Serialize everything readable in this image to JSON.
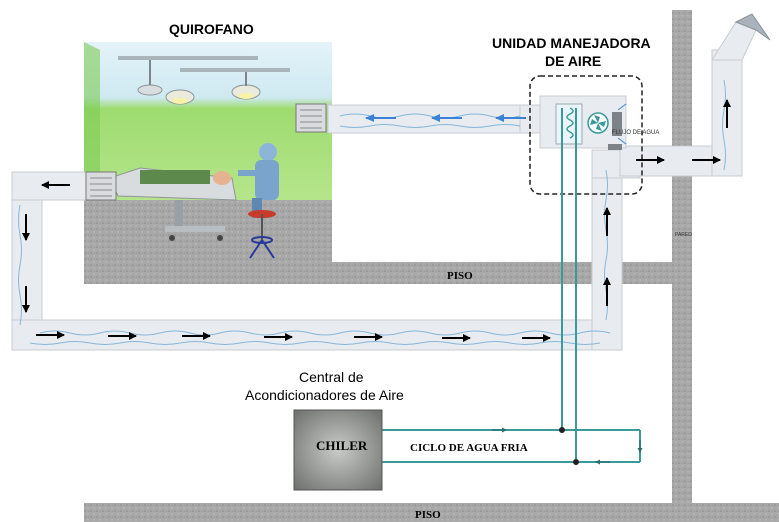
{
  "labels": {
    "quirofano": "QUIROFANO",
    "unidad_line1": "UNIDAD MANEJADORA",
    "unidad_line2": "DE AIRE",
    "flujo_agua": "FLUJO DE AGUA",
    "pared": "PARED",
    "piso_upper": "PISO",
    "central_line1": "Central de",
    "central_line2": "Acondicionadores de Aire",
    "chiler": "CHILER",
    "ciclo": "CICLO DE AGUA FRIA",
    "piso_bottom": "PISO"
  },
  "colors": {
    "floor": "#a9a9a9",
    "duct": "#e8ecf0",
    "duct_edge": "#c8cdd2",
    "airflow_arrow": "#000000",
    "supply_arrow": "#3b82d6",
    "water_pipe": "#3a9a9a",
    "room_wall": "#8fd46a",
    "chiller_box": "#7c7f7c"
  },
  "icons": [
    "grille-icon",
    "fan-icon",
    "lamp-icon",
    "surgeon-icon",
    "stool-icon",
    "bed-icon",
    "coil-icon",
    "outlet-hood-icon"
  ]
}
